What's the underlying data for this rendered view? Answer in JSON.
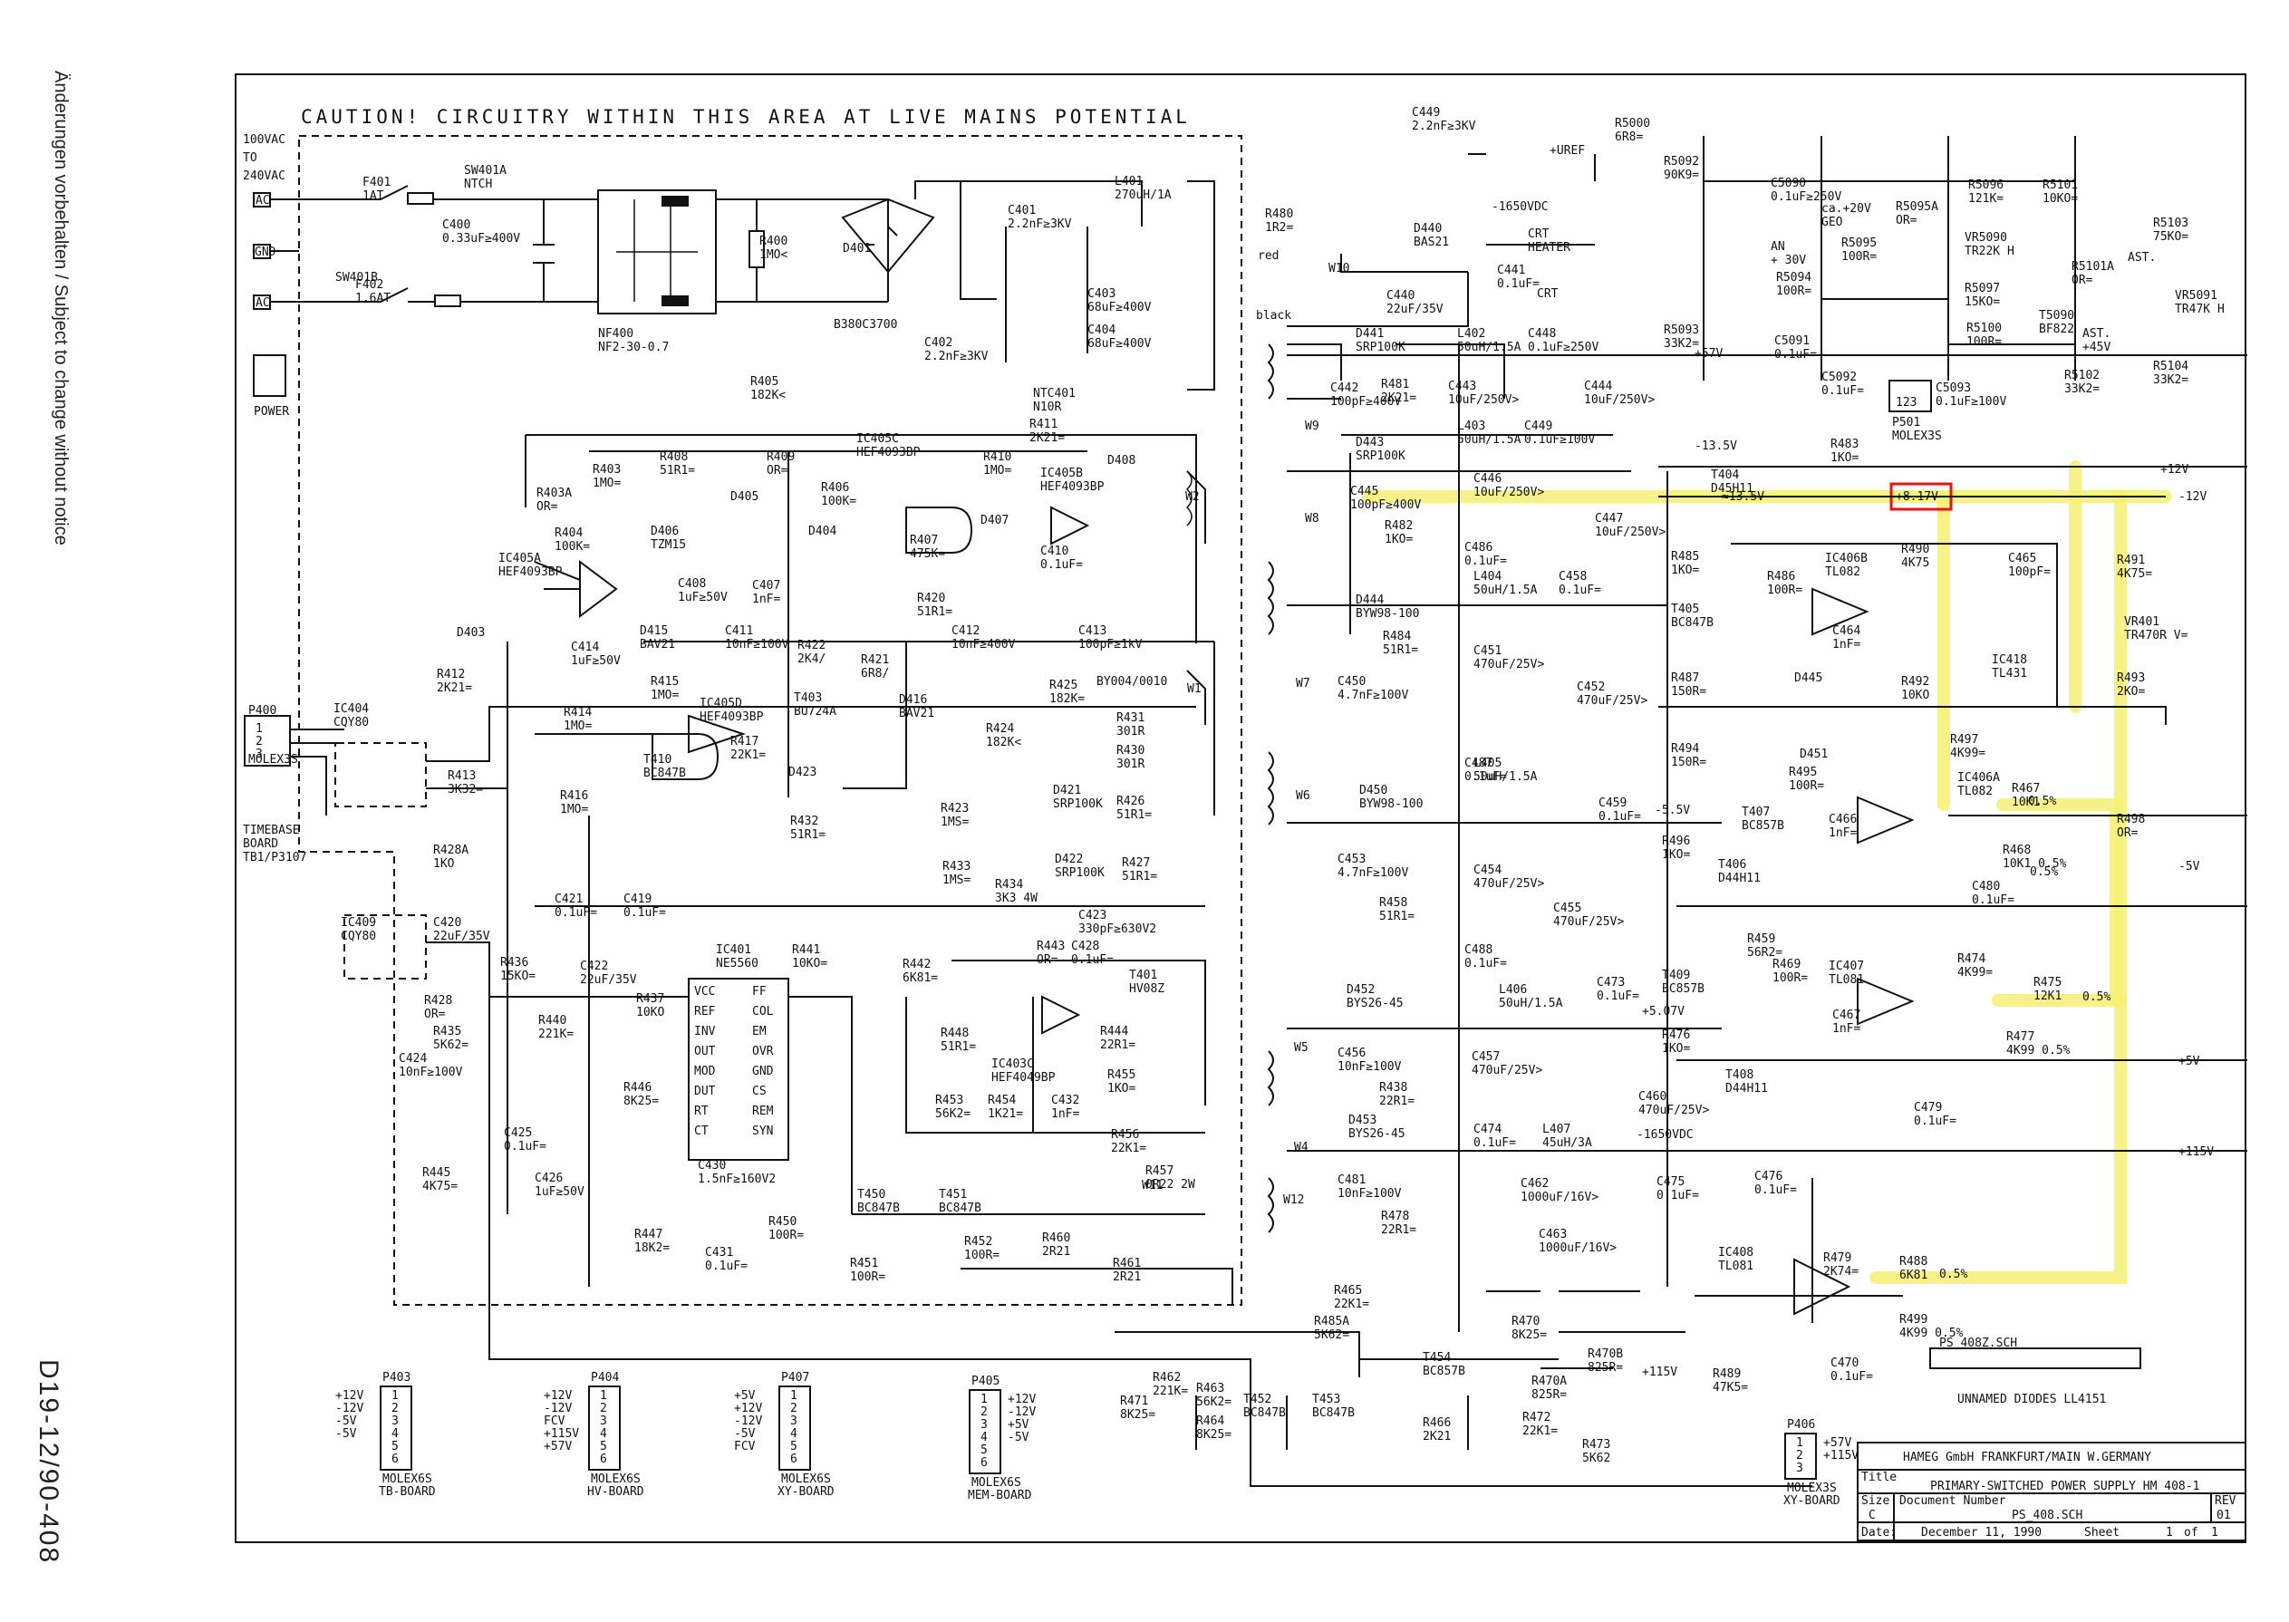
{
  "side_notes": {
    "notice": "Änderungen vorbehalten / Subject to change without notice",
    "page_code": "D19-12/90-408"
  },
  "banner": "CAUTION!  CIRCUITRY WITHIN THIS AREA  AT LIVE MAINS POTENTIAL",
  "mains": {
    "input_range": [
      "100VAC",
      "TO",
      "240VAC"
    ],
    "terminals": [
      "AC",
      "GND",
      "AC"
    ],
    "power_label": "POWER"
  },
  "labels": {
    "F401": [
      "F401",
      "1AT"
    ],
    "F402": [
      "F402",
      "1.6AT"
    ],
    "SW401A": [
      "SW401A",
      "NTCH"
    ],
    "SW401B": [
      "SW401B"
    ],
    "C400": [
      "C400",
      "0.33uF≥400V"
    ],
    "NF400": [
      "NF400",
      "NF2-30-0.7"
    ],
    "R400": [
      "R400",
      "1MO<"
    ],
    "D401": [
      "D401"
    ],
    "B380": [
      "B380C3700"
    ],
    "C401": [
      "C401",
      "2.2nF≥3KV"
    ],
    "C402": [
      "C402",
      "2.2nF≥3KV"
    ],
    "L401": [
      "L401",
      "270uH/1A"
    ],
    "C403": [
      "C403",
      "68uF≥400V"
    ],
    "C404": [
      "C404",
      "68uF≥400V"
    ],
    "NTC401": [
      "NTC401",
      "N10R"
    ],
    "R405": [
      "R405",
      "182K<"
    ],
    "IC405C": [
      "IC405C",
      "HEF4093BP"
    ],
    "IC405B": [
      "IC405B",
      "HEF4093BP"
    ],
    "IC405A": [
      "IC405A",
      "HEF4093BP"
    ],
    "R403": [
      "R403",
      "1MO="
    ],
    "R403A": [
      "R403A",
      "OR="
    ],
    "R404": [
      "R404",
      "100K="
    ],
    "R408": [
      "R408",
      "51R1="
    ],
    "D406": [
      "D406",
      "TZM15"
    ],
    "D405": [
      "D405"
    ],
    "R409": [
      "R409",
      "OR="
    ],
    "R406": [
      "R406",
      "100K="
    ],
    "D404": [
      "D404"
    ],
    "R407": [
      "R407",
      "475K="
    ],
    "R410": [
      "R410",
      "1MO="
    ],
    "R411": [
      "R411",
      "2K21="
    ],
    "D407": [
      "D407"
    ],
    "D408": [
      "D408"
    ],
    "C408": [
      "C408",
      "1uF≥50V"
    ],
    "C407": [
      "C407",
      "1nF="
    ],
    "C410": [
      "C410",
      "0.1uF="
    ],
    "W2": [
      "W2"
    ],
    "D403": [
      "D403"
    ],
    "R412": [
      "R412",
      "2K21="
    ],
    "R413": [
      "R413",
      "3K32="
    ],
    "D415": [
      "D415",
      "BAV21"
    ],
    "C411": [
      "C411",
      "10nF≥100V"
    ],
    "R420": [
      "R420",
      "51R1="
    ],
    "C414": [
      "C414",
      "1uF≥50V"
    ],
    "R415": [
      "R415",
      "1MO="
    ],
    "R414": [
      "R414",
      "1MO="
    ],
    "IC405D": [
      "IC405D",
      "HEF4093BP"
    ],
    "T410": [
      "T410",
      "BC847B"
    ],
    "R416": [
      "R416",
      "1MO="
    ],
    "R417": [
      "R417",
      "22K1="
    ],
    "R422": [
      "R422",
      "2K4/"
    ],
    "T403": [
      "T403",
      "BU724A"
    ],
    "D423": [
      "D423"
    ],
    "R421": [
      "R421",
      "6R8/"
    ],
    "D416": [
      "D416",
      "BAV21"
    ],
    "C412": [
      "C412",
      "10nF≥400V"
    ],
    "C413": [
      "C413",
      "100pF≥1kV"
    ],
    "R425": [
      "R425",
      "182K="
    ],
    "R424": [
      "R424",
      "182K<"
    ],
    "BY004": [
      "BY004/0010"
    ],
    "R431": [
      "R431",
      "301R"
    ],
    "R430": [
      "R430",
      "301R"
    ],
    "W1": [
      "W1"
    ],
    "R432": [
      "R432",
      "51R1="
    ],
    "D421": [
      "D421",
      "SRP100K"
    ],
    "R426": [
      "R426",
      "51R1="
    ],
    "R423": [
      "R423",
      "1MS="
    ],
    "D422": [
      "D422",
      "SRP100K"
    ],
    "R427": [
      "R427",
      "51R1="
    ],
    "R433": [
      "R433",
      "1MS="
    ],
    "R434": [
      "R434",
      "3K3 4W"
    ],
    "C423": [
      "C423",
      "330pF≥630V2"
    ],
    "P400": [
      "P400"
    ],
    "MOLEX3S_1": [
      "MOLEX3S"
    ],
    "TIMEBASE": [
      "TIMEBASE",
      "BOARD",
      "TB1/P3107"
    ],
    "IC404": [
      "IC404",
      "CQY80"
    ],
    "IC409": [
      "IC409",
      "CQY80"
    ],
    "R428A": [
      "R428A",
      "1KO"
    ],
    "C420": [
      "C420",
      "22uF/35V"
    ],
    "C421": [
      "C421",
      "0.1uF="
    ],
    "C419": [
      "C419",
      "0.1uF="
    ],
    "R436": [
      "R436",
      "15KO="
    ],
    "C422": [
      "C422",
      "22uF/35V"
    ],
    "R428": [
      "R428",
      "OR="
    ],
    "R437": [
      "R437",
      "10KO"
    ],
    "R440": [
      "R440",
      "221K="
    ],
    "R435": [
      "R435",
      "5K62="
    ],
    "C424": [
      "C424",
      "10nF≥100V"
    ],
    "R446": [
      "R446",
      "8K25="
    ],
    "C425": [
      "C425",
      "0.1uF="
    ],
    "R445": [
      "R445",
      "4K75="
    ],
    "C426": [
      "C426",
      "1uF≥50V"
    ],
    "R447": [
      "R447",
      "18K2="
    ],
    "C430": [
      "C430",
      "1.5nF≥160V2"
    ],
    "C431": [
      "C431",
      "0.1uF="
    ],
    "IC401": [
      "IC401",
      "NE5560"
    ],
    "IC401_pins": [
      "VCC",
      "REF",
      "INV",
      "OUT",
      "MOD",
      "DUT",
      "RT",
      "CT",
      "FF",
      "COL",
      "EM",
      "OVR",
      "GND",
      "CS",
      "REM",
      "SYN"
    ],
    "R441": [
      "R441",
      "10KO="
    ],
    "R442": [
      "R442",
      "6K81="
    ],
    "R448": [
      "R448",
      "51R1="
    ],
    "R443": [
      "R443",
      "OR="
    ],
    "C428": [
      "C428",
      "0.1uF="
    ],
    "T401": [
      "T401",
      "HV08Z"
    ],
    "IC403C": [
      "IC403C",
      "HEF4049BP"
    ],
    "R444": [
      "R444",
      "22R1="
    ],
    "R455": [
      "R455",
      "1KO="
    ],
    "R453": [
      "R453",
      "56K2="
    ],
    "R454": [
      "R454",
      "1K21="
    ],
    "C432": [
      "C432",
      "1nF="
    ],
    "R456": [
      "R456",
      "22K1="
    ],
    "R457": [
      "R457",
      "0R22 2W"
    ],
    "W11": [
      "W11"
    ],
    "T450": [
      "T450",
      "BC847B"
    ],
    "T451": [
      "T451",
      "BC847B"
    ],
    "R450": [
      "R450",
      "100R="
    ],
    "R452": [
      "R452",
      "100R="
    ],
    "R451": [
      "R451",
      "100R="
    ],
    "R460": [
      "R460",
      "2R21"
    ],
    "R461": [
      "R461",
      "2R21"
    ],
    "C449": [
      "C449",
      "2.2nF≥3KV"
    ],
    "R5000": [
      "R5000",
      "6R8="
    ],
    "R480": [
      "R480",
      "1R2="
    ],
    "D440": [
      "D440",
      "BAS21"
    ],
    "HV": [
      "-1650VDC"
    ],
    "CRT_HEATER": [
      "CRT",
      "HEATER"
    ],
    "CRT": [
      "CRT"
    ],
    "C441": [
      "C441",
      "0.1uF="
    ],
    "W10": [
      "W10"
    ],
    "C440": [
      "C440",
      "22uF/35V"
    ],
    "red": [
      "red"
    ],
    "black": [
      "black"
    ],
    "D441": [
      "D441",
      "SRP100K"
    ],
    "L402": [
      "L402",
      "50uH/1.5A"
    ],
    "C448": [
      "C448",
      "0.1uF≥250V"
    ],
    "C442": [
      "C442",
      "100pF≥400V"
    ],
    "R481": [
      "R481",
      "2K21="
    ],
    "C443": [
      "C443",
      "10uF/250V>"
    ],
    "C444": [
      "C444",
      "10uF/250V>"
    ],
    "W9": [
      "W9"
    ],
    "D443": [
      "D443",
      "SRP100K"
    ],
    "L403": [
      "L403",
      "50uH/1.5A"
    ],
    "C449b": [
      "C449",
      "0.1uF≥100V"
    ],
    "C445": [
      "C445",
      "100pF≥400V"
    ],
    "C446": [
      "C446",
      "10uF/250V>"
    ],
    "R482": [
      "R482",
      "1KO="
    ],
    "C447": [
      "C447",
      "10uF/250V>"
    ],
    "W8": [
      "W8"
    ],
    "C486": [
      "C486",
      "0.1uF="
    ],
    "D444": [
      "D444",
      "BYW98-100"
    ],
    "L404": [
      "L404",
      "50uH/1.5A"
    ],
    "C458": [
      "C458",
      "0.1uF="
    ],
    "R484": [
      "R484",
      "51R1="
    ],
    "C451": [
      "C451",
      "470uF/25V>"
    ],
    "C450": [
      "C450",
      "4.7nF≥100V"
    ],
    "C452": [
      "C452",
      "470uF/25V>"
    ],
    "W7": [
      "W7"
    ],
    "C487": [
      "C487",
      "0.1uF="
    ],
    "D450": [
      "D450",
      "BYW98-100"
    ],
    "L405": [
      "L405",
      "50uH/1.5A"
    ],
    "C459": [
      "C459",
      "0.1uF="
    ],
    "W6": [
      "W6"
    ],
    "C453": [
      "C453",
      "4.7nF≥100V"
    ],
    "C454": [
      "C454",
      "470uF/25V>"
    ],
    "R458": [
      "R458",
      "51R1="
    ],
    "C455": [
      "C455",
      "470uF/25V>"
    ],
    "C488": [
      "C488",
      "0.1uF="
    ],
    "D452": [
      "D452",
      "BYS26-45"
    ],
    "L406": [
      "L406",
      "50uH/1.5A"
    ],
    "C473": [
      "C473",
      "0.1uF="
    ],
    "W5": [
      "W5"
    ],
    "C456": [
      "C456",
      "10nF≥100V"
    ],
    "C457": [
      "C457",
      "470uF/25V>"
    ],
    "R438": [
      "R438",
      "22R1="
    ],
    "C460": [
      "C460",
      "470uF/25V>"
    ],
    "D453": [
      "D453",
      "BYS26-45"
    ],
    "C474": [
      "C474",
      "0.1uF="
    ],
    "L407": [
      "L407",
      "45uH/3A"
    ],
    "W4": [
      "W4"
    ],
    "C481": [
      "C481",
      "10nF≥100V"
    ],
    "R478": [
      "R478",
      "22R1="
    ],
    "C462": [
      "C462",
      "1000uF/16V>"
    ],
    "C463": [
      "C463",
      "1000uF/16V>"
    ],
    "W12": [
      "W12"
    ],
    "C475": [
      "C475",
      "0.1uF="
    ],
    "R5092": [
      "R5092",
      "90K9="
    ],
    "C5090": [
      "C5090",
      "0.1uF≥250V"
    ],
    "R5096": [
      "R5096",
      "121K="
    ],
    "R5101": [
      "R5101",
      "10KO="
    ],
    "R5103": [
      "R5103",
      "75KO="
    ],
    "R5095A": [
      "R5095A",
      "OR="
    ],
    "VR5090": [
      "VR5090",
      "TR22K H"
    ],
    "ca20V": [
      "ca.+20V",
      "GEO"
    ],
    "R5095": [
      "R5095",
      "100R="
    ],
    "R5101A": [
      "R5101A",
      "OR="
    ],
    "AST": [
      "AST."
    ],
    "VR5091": [
      "VR5091",
      "TR47K H"
    ],
    "AN": [
      "AN",
      "+ 30V"
    ],
    "R5094": [
      "R5094",
      "100R="
    ],
    "R5097": [
      "R5097",
      "15KO="
    ],
    "T5090": [
      "T5090",
      "BF822"
    ],
    "R5093": [
      "R5093",
      "33K2="
    ],
    "C5091": [
      "C5091",
      "0.1uF="
    ],
    "R5100": [
      "R5100",
      "100R="
    ],
    "AST45": [
      "AST.",
      "+45V"
    ],
    "C5092": [
      "C5092",
      "0.1uF="
    ],
    "C5093": [
      "C5093",
      "0.1uF≥100V"
    ],
    "R5102": [
      "R5102",
      "33K2="
    ],
    "R5104": [
      "R5104",
      "33K2="
    ],
    "P501": [
      "P501",
      "MOLEX3S"
    ],
    "P501pins": [
      "123"
    ],
    "R483": [
      "R483",
      "1KO="
    ],
    "T404": [
      "T404",
      "D45H11"
    ],
    "R485": [
      "R485",
      "1KO="
    ],
    "R490": [
      "R490",
      "4K75"
    ],
    "C465": [
      "C465",
      "100pF="
    ],
    "R491": [
      "R491",
      "4K75="
    ],
    "IC406B": [
      "IC406B",
      "TL082"
    ],
    "R486": [
      "R486",
      "100R="
    ],
    "T405": [
      "T405",
      "BC847B"
    ],
    "C464": [
      "C464",
      "1nF="
    ],
    "IC418": [
      "IC418",
      "TL431"
    ],
    "VR401": [
      "VR401",
      "TR470R V="
    ],
    "R487": [
      "R487",
      "150R="
    ],
    "D445": [
      "D445"
    ],
    "R492": [
      "R492",
      "10KO"
    ],
    "R493": [
      "R493",
      "2KO="
    ],
    "D451": [
      "D451"
    ],
    "R494": [
      "R494",
      "150R="
    ],
    "R497": [
      "R497",
      "4K99="
    ],
    "R495": [
      "R495",
      "100R="
    ],
    "IC406A": [
      "IC406A",
      "TL082"
    ],
    "R467": [
      "R467",
      "10K1"
    ],
    "T407": [
      "T407",
      "BC857B"
    ],
    "C466": [
      "C466",
      "1nF="
    ],
    "R498": [
      "R498",
      "OR="
    ],
    "R496": [
      "R496",
      "1KO="
    ],
    "T406": [
      "T406",
      "D44H11"
    ],
    "R468": [
      "R468",
      "10K1 0.5%"
    ],
    "C480": [
      "C480",
      "0.1uF="
    ],
    "R459": [
      "R459",
      "56R2="
    ],
    "IC407": [
      "IC407",
      "TL081"
    ],
    "R474": [
      "R474",
      "4K99="
    ],
    "T409": [
      "T409",
      "BC857B"
    ],
    "R469": [
      "R469",
      "100R="
    ],
    "R475": [
      "R475",
      "12K1"
    ],
    "C467": [
      "C467",
      "1nF="
    ],
    "R476": [
      "R476",
      "1KO="
    ],
    "T408": [
      "T408",
      "D44H11"
    ],
    "R477": [
      "R477",
      "4K99 0.5%"
    ],
    "C479": [
      "C479",
      "0.1uF="
    ],
    "C476": [
      "C476",
      "0.1uF="
    ],
    "IC408": [
      "IC408",
      "TL081"
    ],
    "R479": [
      "R479",
      "2K74="
    ],
    "R488": [
      "R488",
      "6K81"
    ],
    "R499": [
      "R499",
      "4K99 0.5%"
    ],
    "R489": [
      "R489",
      "47K5="
    ],
    "C470": [
      "C470",
      "0.1uF="
    ],
    "R465": [
      "R465",
      "22K1="
    ],
    "R485A": [
      "R485A",
      "5K62="
    ],
    "T454": [
      "T454",
      "BC857B"
    ],
    "R470": [
      "R470",
      "8K25="
    ],
    "R470B": [
      "R470B",
      "825R="
    ],
    "R470A": [
      "R470A",
      "825R="
    ],
    "R472": [
      "R472",
      "22K1="
    ],
    "R466": [
      "R466",
      "2K21"
    ],
    "R473": [
      "R473",
      "5K62"
    ],
    "R462": [
      "R462",
      "221K="
    ],
    "R463": [
      "R463",
      "56K2="
    ],
    "T452": [
      "T452",
      "BC847B"
    ],
    "T453": [
      "T453",
      "BC847B"
    ],
    "R471": [
      "R471",
      "8K25="
    ],
    "R464": [
      "R464",
      "8K25="
    ]
  },
  "nets": {
    "rails": [
      "+UREF",
      "+12V",
      "-12V",
      "-5V",
      "+5V",
      "+115V",
      "+57V",
      "-13.5V",
      "-5.5V",
      "+5.07V",
      "-1650VDC",
      "+115V"
    ],
    "readings": {
      "t404_emitter": "≈13.5V",
      "measured_box": "+8.17V",
      "tol": "0.5%"
    }
  },
  "connectors": [
    {
      "name": "P403",
      "label": "MOLEX6S",
      "board": "TB-BOARD",
      "signals": [
        "+12V",
        "-12V",
        "-5V",
        "-5V"
      ],
      "pins": [
        "1",
        "2",
        "3",
        "4",
        "5",
        "6"
      ]
    },
    {
      "name": "P404",
      "label": "MOLEX6S",
      "board": "HV-BOARD",
      "signals": [
        "+12V",
        "-12V",
        "FCV",
        "+115V",
        "+57V"
      ],
      "pins": [
        "1",
        "2",
        "3",
        "4",
        "5",
        "6"
      ]
    },
    {
      "name": "P407",
      "label": "MOLEX6S",
      "board": "XY-BOARD",
      "signals": [
        "+5V",
        "+12V",
        "-12V",
        "-5V",
        "FCV"
      ],
      "pins": [
        "1",
        "2",
        "3",
        "4",
        "5",
        "6"
      ]
    },
    {
      "name": "P405",
      "label": "MOLEX6S",
      "board": "MEM-BOARD",
      "signals": [
        "+12V",
        "-12V",
        "+5V",
        "-5V"
      ],
      "pins": [
        "1",
        "2",
        "3",
        "4",
        "5",
        "6"
      ]
    },
    {
      "name": "P406",
      "label": "MOLEX3S",
      "board": "XY-BOARD",
      "signals": [
        "+57V",
        "+115V"
      ],
      "pins": [
        "1",
        "2",
        "3"
      ]
    }
  ],
  "misc": {
    "ps_file": "PS_408Z.SCH",
    "unnamed_diodes": "UNNAMED DIODES LL4151",
    "pins_P400": [
      "1",
      "2",
      "3"
    ]
  },
  "title_block": {
    "company": "HAMEG GmbH FRANKFURT/MAIN W.GERMANY",
    "title_label": "Title",
    "title": "PRIMARY-SWITCHED POWER SUPPLY HM 408-1",
    "size_label": "Size",
    "size": "C",
    "docnum_label": "Document Number",
    "docnum": "PS_408.SCH",
    "rev_label": "REV",
    "rev": "01",
    "date_label": "Date:",
    "date": "December 11, 1990",
    "sheet_label": "Sheet",
    "sheet": "1",
    "of_label": "of",
    "of": "1"
  },
  "colors": {
    "highlight": "#f5f073",
    "marker": "#e11111",
    "ink": "#111111"
  }
}
